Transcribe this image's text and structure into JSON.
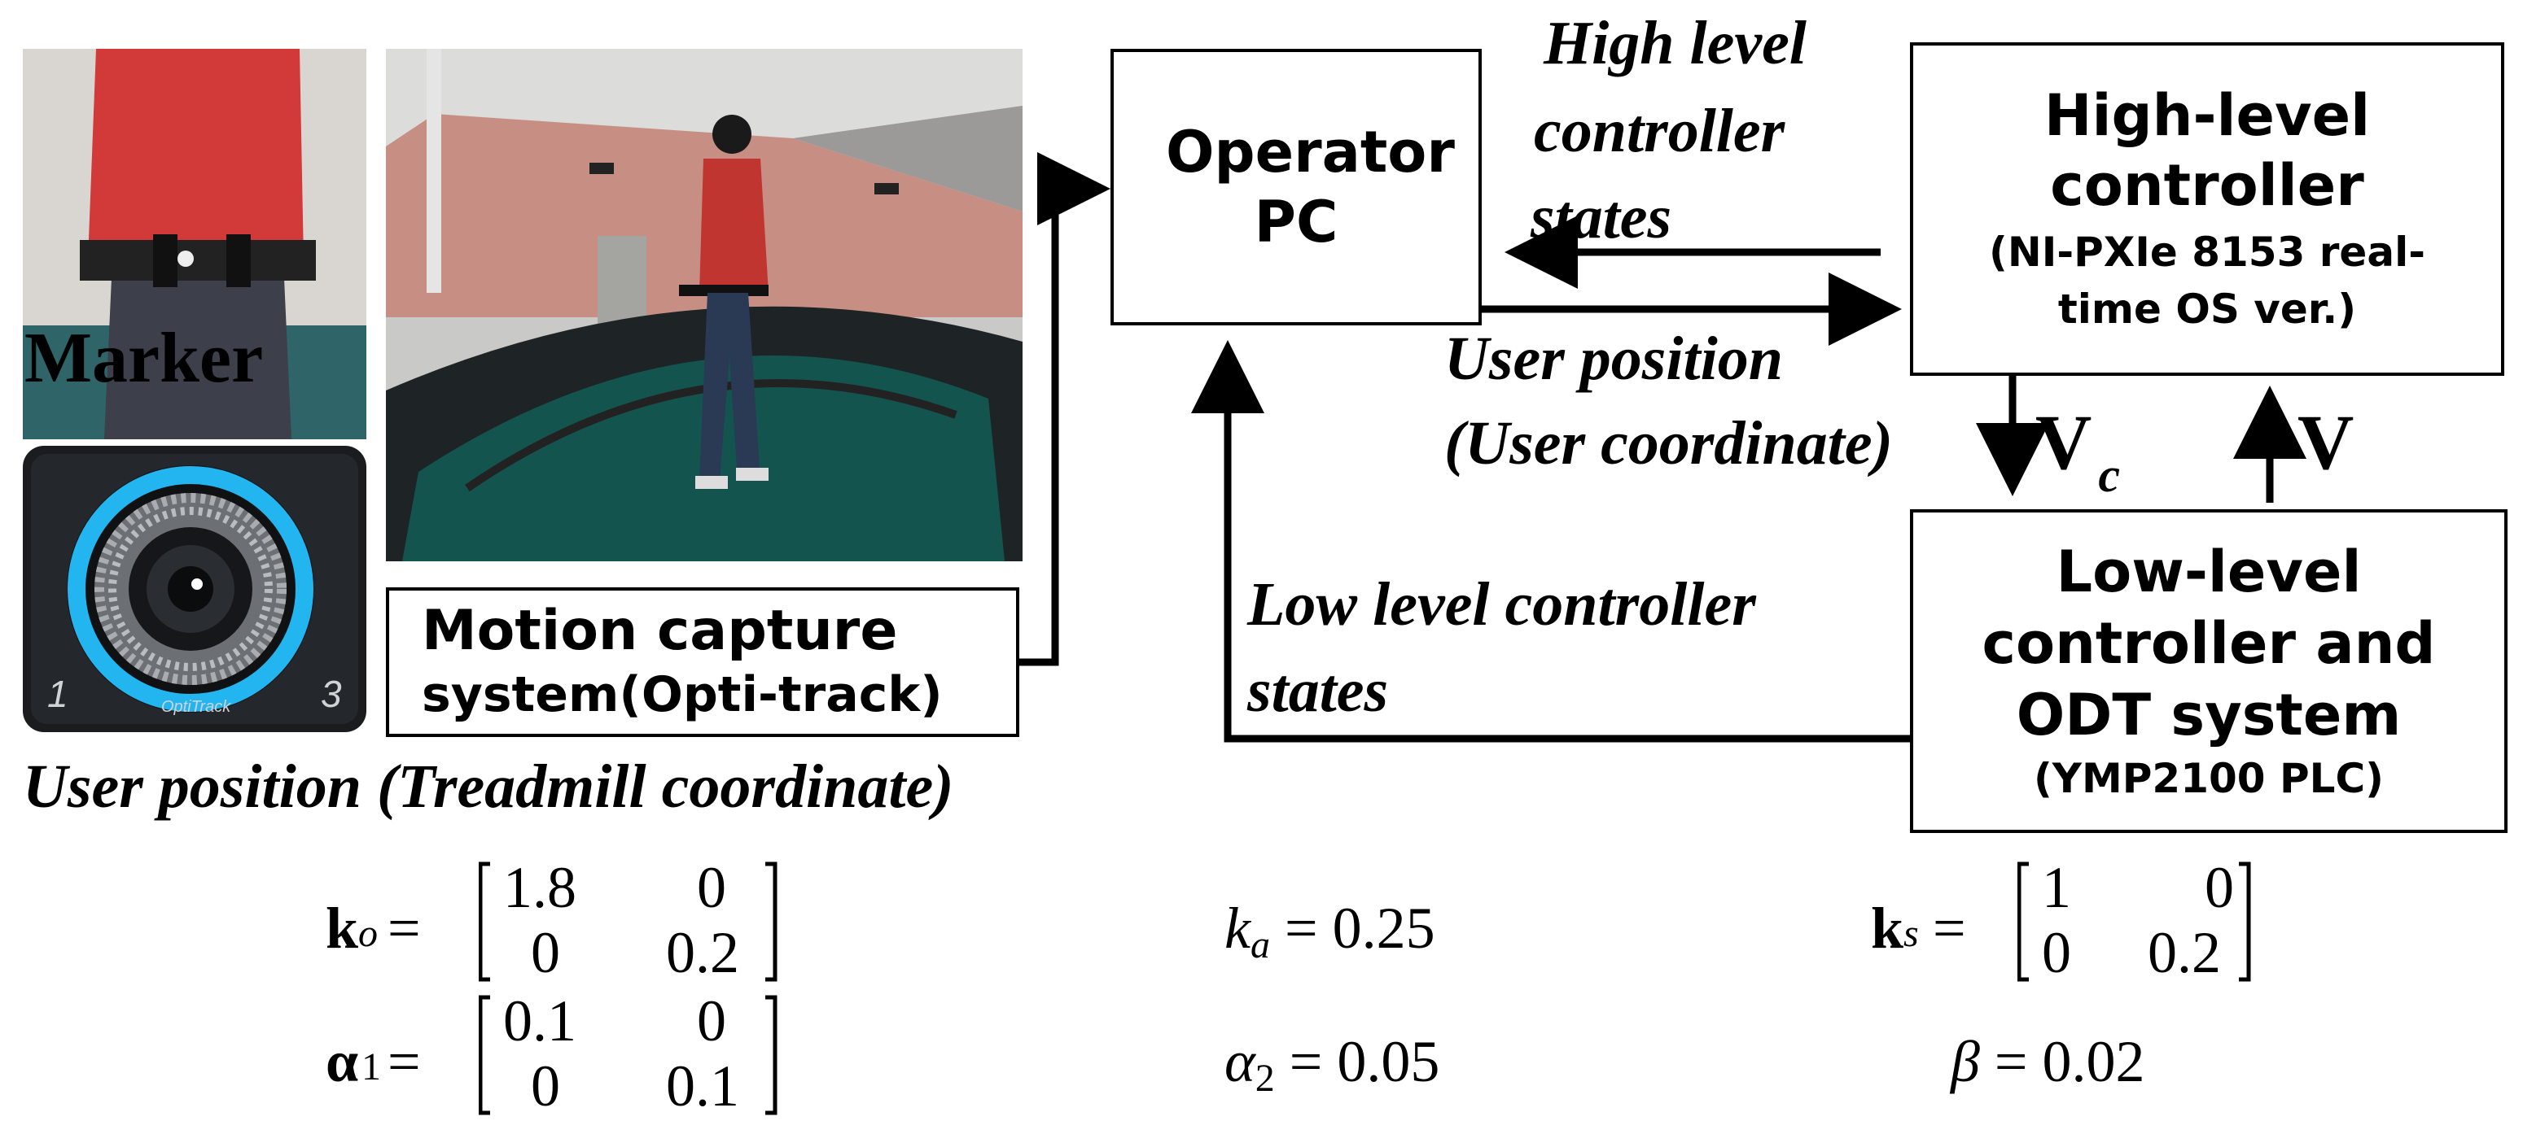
{
  "boxes": {
    "operator_pc": "Operator PC",
    "high_level": {
      "title": "High-level controller",
      "sub": "(NI-PXIe 8153 real-time OS ver.)"
    },
    "low_level": {
      "title": "Low-level controller and ODT system",
      "sub": "(YMP2100 PLC)"
    },
    "motion_capture": {
      "title": "Motion capture",
      "sub": "system(Opti-track)"
    }
  },
  "labels": {
    "marker": "Marker",
    "camera_brand": "OptiTrack",
    "camera_left_num": "1",
    "camera_right_num": "3",
    "high_level_states": [
      "High level",
      "controller",
      "states"
    ],
    "user_position_user": [
      "User position",
      "(User coordinate)"
    ],
    "low_level_states": [
      "Low level controller",
      "states"
    ],
    "user_position_treadmill": "User position (Treadmill coordinate)",
    "v_c": "V",
    "v_c_sub": "c",
    "v": "V"
  },
  "equations": {
    "ko": {
      "sym": "k",
      "sub": "o",
      "matrix": [
        [
          "1.8",
          "0"
        ],
        [
          "0",
          "0.2"
        ]
      ]
    },
    "ka": {
      "sym": "k",
      "sub": "a",
      "value": "0.25"
    },
    "ks": {
      "sym": "k",
      "sub": "s",
      "matrix": [
        [
          "1",
          "0"
        ],
        [
          "0",
          "0.2"
        ]
      ]
    },
    "alpha1": {
      "sym": "α",
      "sub": "1",
      "matrix": [
        [
          "0.1",
          "0"
        ],
        [
          "0",
          "0.1"
        ]
      ]
    },
    "alpha2": {
      "sym": "α",
      "sub": "2",
      "value": "0.05"
    },
    "beta": {
      "sym": "β",
      "value": "0.02"
    }
  }
}
